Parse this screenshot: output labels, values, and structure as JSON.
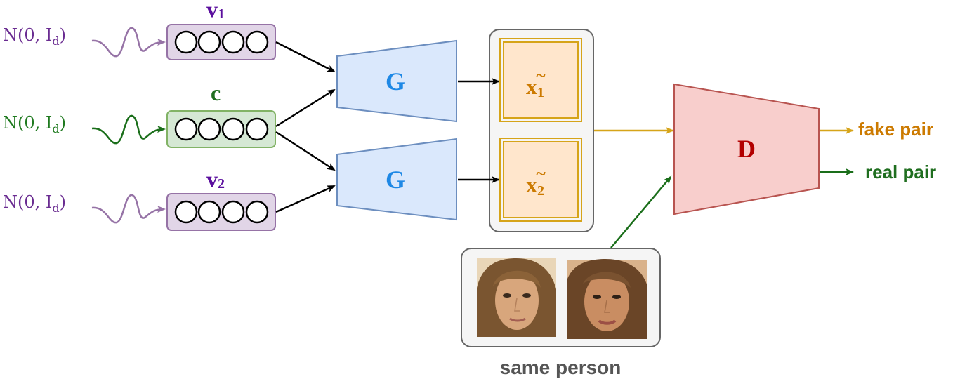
{
  "noise": {
    "v1": {
      "base": "N(0, I",
      "sub": "d",
      "close": ")"
    },
    "c": {
      "base": "N(0, I",
      "sub": "d",
      "close": ")"
    },
    "v2": {
      "base": "N(0, I",
      "sub": "d",
      "close": ")"
    }
  },
  "latent": {
    "v1": {
      "letter": "v",
      "sub": "1"
    },
    "c": {
      "letter": "c"
    },
    "v2": {
      "letter": "v",
      "sub": "2"
    }
  },
  "generator": {
    "top_label": "G",
    "bottom_label": "G"
  },
  "generated": {
    "x1": {
      "letter": "x",
      "tilde": "~",
      "sub": "1"
    },
    "x2": {
      "letter": "x",
      "tilde": "~",
      "sub": "2"
    }
  },
  "discriminator": {
    "label": "D"
  },
  "outputs": {
    "fake": "fake pair",
    "real": "real pair"
  },
  "real_images": {
    "caption": "same person"
  },
  "colors": {
    "purple": "#7b3fa0",
    "purple_stroke": "#9673a6",
    "purple_fill": "#e1d5e7",
    "green": "#1f7a1f",
    "green_stroke": "#82b366",
    "green_fill": "#d5e8d4",
    "blue_text": "#1e88e5",
    "blue_fill": "#dae8fc",
    "blue_stroke": "#6c8ebf",
    "orange_text": "#cc7a00",
    "orange_fill": "#ffe6cc",
    "gold_stroke": "#d6a419",
    "red_text": "#b20000",
    "red_fill": "#f8cecc",
    "red_stroke": "#b85450",
    "gray_text": "#555555",
    "panel_fill": "#f5f5f5",
    "panel_stroke": "#666666"
  }
}
